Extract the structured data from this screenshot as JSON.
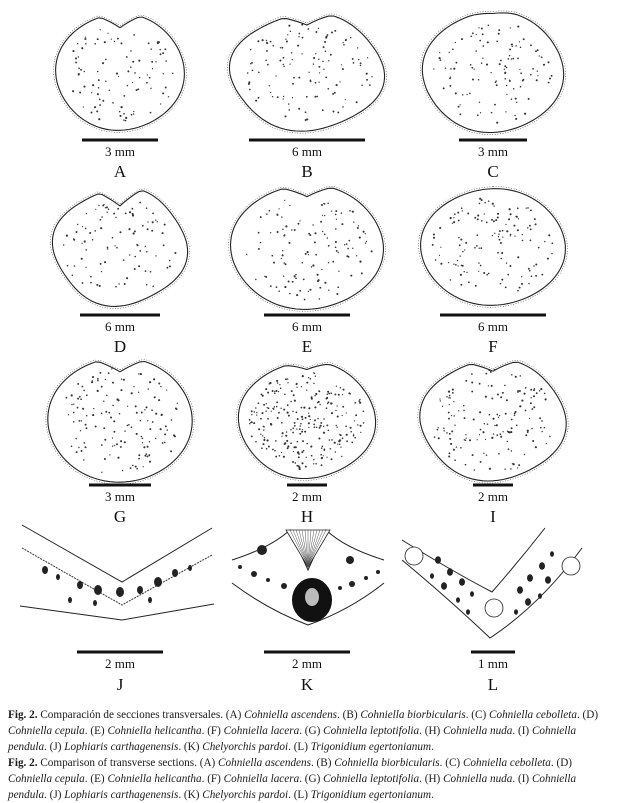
{
  "panels": [
    {
      "letter": "A",
      "scale": "3 mm"
    },
    {
      "letter": "B",
      "scale": "6 mm"
    },
    {
      "letter": "C",
      "scale": "3 mm"
    },
    {
      "letter": "D",
      "scale": "6 mm"
    },
    {
      "letter": "E",
      "scale": "6 mm"
    },
    {
      "letter": "F",
      "scale": "6 mm"
    },
    {
      "letter": "G",
      "scale": "3 mm"
    },
    {
      "letter": "H",
      "scale": "2 mm"
    },
    {
      "letter": "I",
      "scale": "2 mm"
    },
    {
      "letter": "J",
      "scale": "2 mm"
    },
    {
      "letter": "K",
      "scale": "2 mm"
    },
    {
      "letter": "L",
      "scale": "1 mm"
    }
  ],
  "caption_es": {
    "label": "Fig. 2.",
    "parts": [
      {
        "t": " Comparación de secciones transversales. (A) ",
        "i": false
      },
      {
        "t": "Cohniella ascendens",
        "i": true
      },
      {
        "t": ". (B) ",
        "i": false
      },
      {
        "t": "Cohniella biorbicularis",
        "i": true
      },
      {
        "t": ". (C) ",
        "i": false
      },
      {
        "t": "Cohniella cebolleta",
        "i": true
      },
      {
        "t": ". (D) ",
        "i": false
      },
      {
        "t": "Cohniella cepula",
        "i": true
      },
      {
        "t": ". (E) ",
        "i": false
      },
      {
        "t": "Cohniella helicantha",
        "i": true
      },
      {
        "t": ". (F) ",
        "i": false
      },
      {
        "t": "Cohniella lacera",
        "i": true
      },
      {
        "t": ". (G) ",
        "i": false
      },
      {
        "t": "Cohniella leptotifolia",
        "i": true
      },
      {
        "t": ". (H) ",
        "i": false
      },
      {
        "t": "Cohniella nuda",
        "i": true
      },
      {
        "t": ". (I) ",
        "i": false
      },
      {
        "t": "Cohniella pendula",
        "i": true
      },
      {
        "t": ". (J) ",
        "i": false
      },
      {
        "t": "Lophiaris carthagenensis",
        "i": true
      },
      {
        "t": ". (K) ",
        "i": false
      },
      {
        "t": "Chelyorchis pardoi",
        "i": true
      },
      {
        "t": ". (L) ",
        "i": false
      },
      {
        "t": "Trigonidium egertonianum",
        "i": true
      },
      {
        "t": ".",
        "i": false
      }
    ]
  },
  "caption_en": {
    "label": "Fig. 2.",
    "parts": [
      {
        "t": " Comparison of transverse sections. (A) ",
        "i": false
      },
      {
        "t": "Cohniella ascendens",
        "i": true
      },
      {
        "t": ". (B) ",
        "i": false
      },
      {
        "t": "Cohniella biorbicularis",
        "i": true
      },
      {
        "t": ". (C) ",
        "i": false
      },
      {
        "t": "Cohniella cebolleta",
        "i": true
      },
      {
        "t": ". (D) ",
        "i": false
      },
      {
        "t": "Cohniella cepula",
        "i": true
      },
      {
        "t": ". (E) ",
        "i": false
      },
      {
        "t": "Cohniella helicantha",
        "i": true
      },
      {
        "t": ". (F) ",
        "i": false
      },
      {
        "t": "Cohniella lacera",
        "i": true
      },
      {
        "t": ". (G) ",
        "i": false
      },
      {
        "t": "Cohniella leptotifolia",
        "i": true
      },
      {
        "t": ". (H) ",
        "i": false
      },
      {
        "t": "Cohniella nuda",
        "i": true
      },
      {
        "t": ". (I) ",
        "i": false
      },
      {
        "t": "Cohniella pendula",
        "i": true
      },
      {
        "t": ". (J) ",
        "i": false
      },
      {
        "t": "Lophiaris carthagenensis",
        "i": true
      },
      {
        "t": ". (K) ",
        "i": false
      },
      {
        "t": "Chelyorchis pardoi",
        "i": true
      },
      {
        "t": ". (L) ",
        "i": false
      },
      {
        "t": "Trigonidium egertonianum",
        "i": true
      },
      {
        "t": ".",
        "i": false
      }
    ]
  }
}
